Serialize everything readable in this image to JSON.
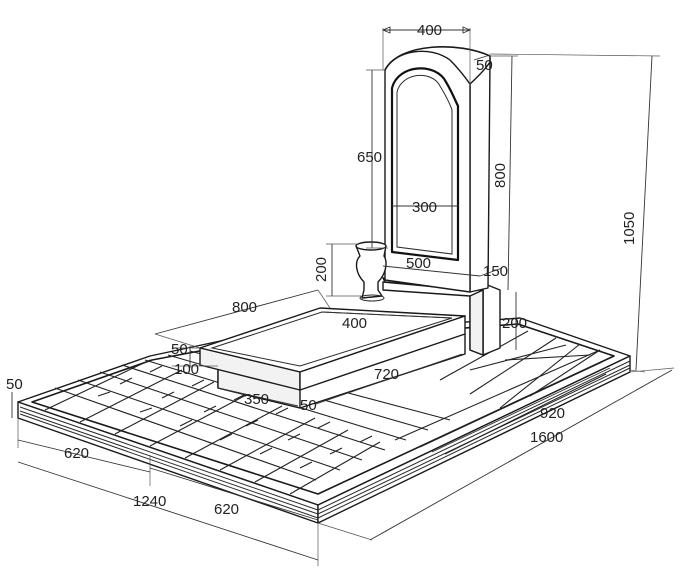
{
  "dimensions": {
    "stele_top_width": "400",
    "stele_thickness_top": "50",
    "stele_arch_height": "650",
    "stele_side_height": "800",
    "stele_inner_width": "300",
    "overall_height": "1050",
    "vase_height": "200",
    "stand_width": "500",
    "stand_thickness": "150",
    "stand_height": "200",
    "flowerbed_width": "800",
    "flowerbed_inner": "400",
    "flowerbed_top_height": "50",
    "flowerbed_step_height": "100",
    "flowerbed_length": "720",
    "flowerbed_base_width": "350",
    "flowerbed_base_step": "50",
    "platform_edge_height": "50",
    "platform_left_half": "620",
    "platform_width": "1240",
    "platform_right_half": "620",
    "platform_side_part": "920",
    "platform_length": "1600"
  }
}
